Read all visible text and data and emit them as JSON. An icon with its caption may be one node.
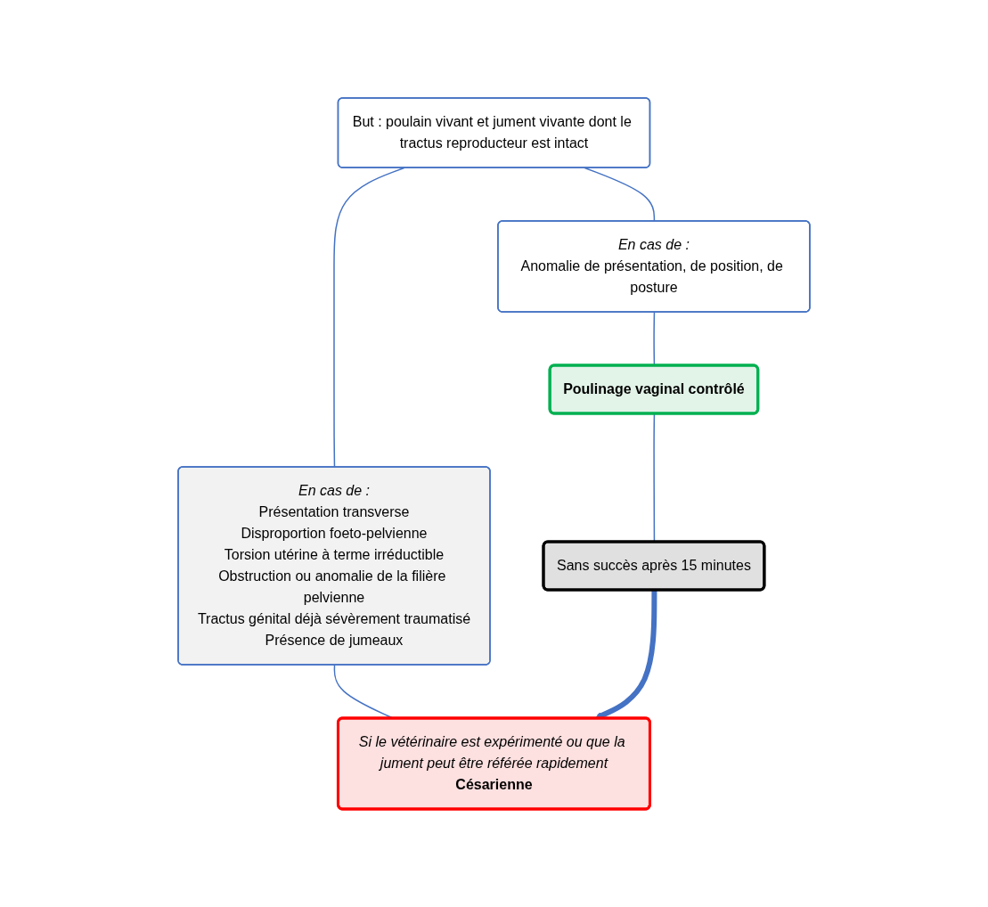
{
  "diagram": {
    "nodes": [
      {
        "text": [
          "But : poulain vivant et jument vivante dont le tractus reproducteur est intact"
        ]
      },
      {
        "text": [
          "En cas de :",
          "Présentation transverse",
          "Disproportion foeto-pelvienne",
          "Torsion utérine à terme irréductible",
          "Obstruction ou anomalie de la filière pelvienne",
          "Tractus génital déjà sévèrement traumatisé",
          "Présence de jumeaux"
        ]
      },
      {
        "text": [
          "En cas de :",
          "Anomalie de présentation, de position, de posture"
        ]
      },
      {
        "text": [
          "Poulinage vaginal contrôlé"
        ]
      },
      {
        "text": [
          "Sans succès après 15 minutes"
        ]
      },
      {
        "text": [
          "Si le vétérinaire est expérimenté ou que la jument peut être référée rapidement",
          "Césarienne"
        ]
      }
    ],
    "edges": [
      {
        "from": 0,
        "to": 1,
        "arrow": "none"
      },
      {
        "from": 0,
        "to": 2,
        "arrow": "none"
      },
      {
        "from": 1,
        "to": 5,
        "arrow": "none"
      },
      {
        "from": 2,
        "to": 3,
        "arrow": "none"
      },
      {
        "from": 3,
        "to": 4,
        "arrow": "none"
      },
      {
        "from": 4,
        "to": 5,
        "arrow": "to",
        "style": "thick"
      }
    ]
  }
}
